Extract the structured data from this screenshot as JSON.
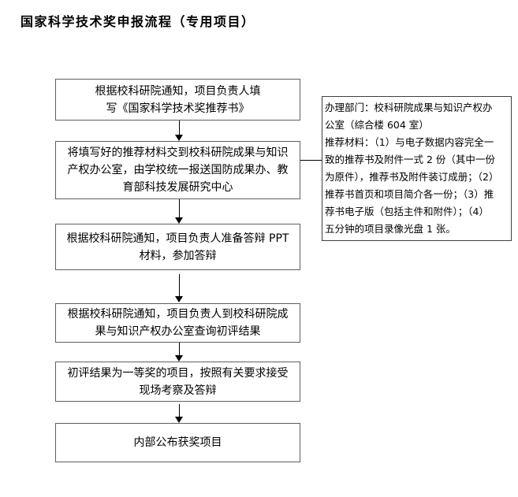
{
  "title": "国家科学技术奖申报流程（专用项目）",
  "flow": {
    "steps": [
      {
        "id": "step-1",
        "lines": [
          "根据校科研院通知，项目负责人填",
          "写《国家科学技术奖推荐书》"
        ]
      },
      {
        "id": "step-2",
        "lines": [
          "将填写好的推荐材料交到校科研院成果与知识",
          "产权办公室，由学校统一报送国防成果办、教",
          "育部科技发展研究中心"
        ]
      },
      {
        "id": "step-3",
        "lines": [
          "根据校科研院通知，项目负责人准备答辩 PPT",
          "材料，参加答辩"
        ]
      },
      {
        "id": "step-4",
        "lines": [
          "根据校科研院通知，项目负责人到校科研院成",
          "果与知识产权办公室查询初评结果"
        ]
      },
      {
        "id": "step-5",
        "lines": [
          "初评结果为一等奖的项目，按照有关要求接受",
          "现场考察及答辩"
        ]
      },
      {
        "id": "step-6",
        "lines": [
          "内部公布获奖项目"
        ]
      }
    ]
  },
  "note": {
    "lines": [
      "办理部门：校科研院成果与知识产权办",
      "公室（综合楼 604 室）",
      "推荐材料：（1）与电子数据内容完全一",
      "致的推荐书及附件一式 2 份（其中一份",
      "为原件），推荐书及附件装订成册；（2）",
      "推荐书首页和项目简介各一份；（3）推",
      "荐书电子版（包括主件和附件）；（4）",
      "五分钟的项目录像光盘 1 张。"
    ]
  },
  "colors": {
    "background": "#ffffff",
    "text": "#000000",
    "box_border": "#5f5f5f",
    "note_border": "#3f3f3f",
    "arrow": "#000000"
  }
}
